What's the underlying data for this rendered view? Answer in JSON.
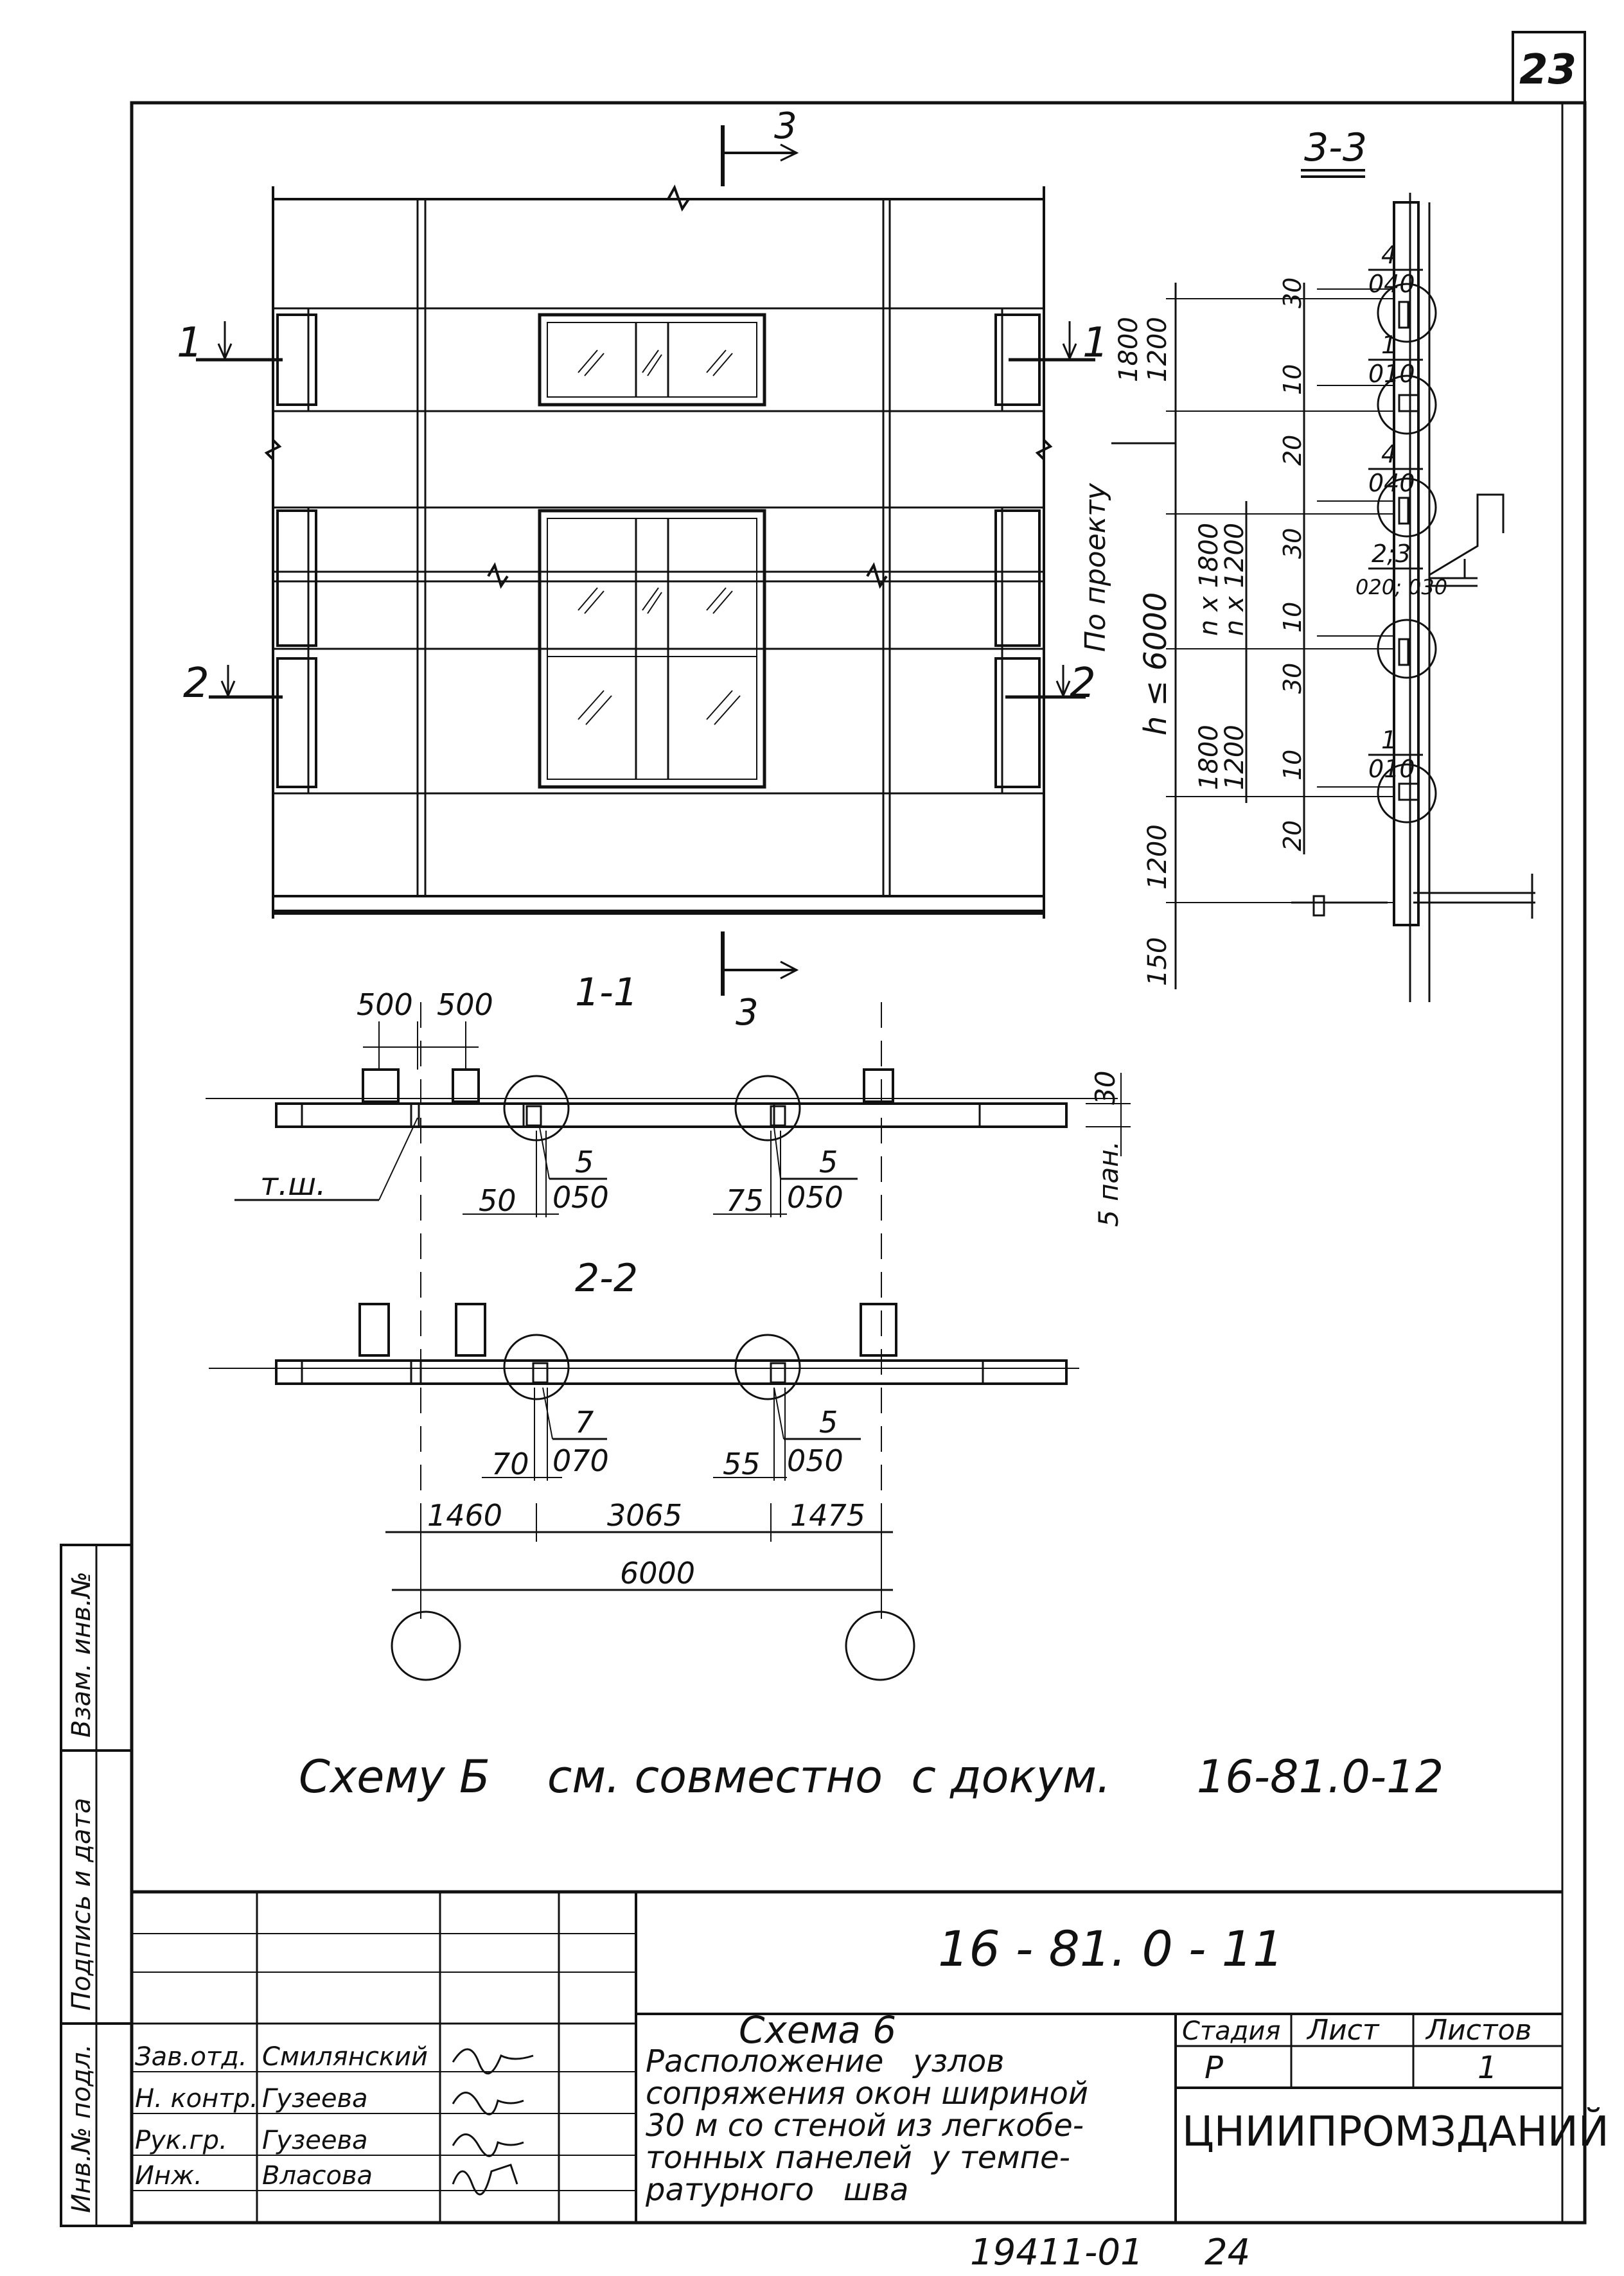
{
  "sheet": {
    "number": "23",
    "note": "Схему Б    см. совместно  с докум.      16-81.0-12",
    "bottom_ref": "19411-01",
    "bottom_page": "24"
  },
  "facade": {
    "section_marks": {
      "cut_3": "3",
      "cut_1": "1",
      "cut_2": "2"
    }
  },
  "section_3_3": {
    "title": "3-3",
    "dims_left": [
      "1800",
      "1200",
      "1800",
      "1200",
      "n x 1800",
      "n x 1200",
      "h ≤ 6000",
      "1200",
      "150"
    ],
    "by_project": "По проекту",
    "dims_right": [
      "30",
      "10",
      "20",
      "30",
      "10",
      "30",
      "10",
      "20"
    ],
    "callouts": [
      {
        "num": "4",
        "sheet": "040"
      },
      {
        "num": "1",
        "sheet": "010"
      },
      {
        "num": "4",
        "sheet": "040"
      },
      {
        "num": "2;3",
        "sheet": "020; 030"
      },
      {
        "num": "1",
        "sheet": "010"
      }
    ]
  },
  "section_1_1": {
    "title": "1-1",
    "top_dims": [
      "500",
      "500"
    ],
    "joint_label": "т.ш.",
    "right_dims": [
      "30",
      "5 пан."
    ],
    "callouts": [
      {
        "num": "5",
        "sheet": "050",
        "offset": "50"
      },
      {
        "num": "5",
        "sheet": "050",
        "offset": "75"
      }
    ]
  },
  "section_2_2": {
    "title": "2-2",
    "callouts": [
      {
        "num": "7",
        "sheet": "070",
        "offset": "70"
      },
      {
        "num": "5",
        "sheet": "050",
        "offset": "55"
      }
    ],
    "chain_dims": [
      "1460",
      "3065",
      "1475"
    ],
    "total_dim": "6000"
  },
  "side_stamp": {
    "labels": [
      "Инв.№ подл.",
      "Подпись и дата",
      "Взам. инв.№"
    ]
  },
  "title_block": {
    "doc_code": "16 - 81. 0 - 11",
    "title_lines": [
      "Схема 6",
      "Расположение   узлов",
      "сопряжения окон шириной",
      "30 м со стеной из легкобе-",
      "тонных панелей  у темпе-",
      "ратурного   шва"
    ],
    "stage_label": "Стадия",
    "sheet_label": "Лист",
    "sheets_label": "Листов",
    "stage": "Р",
    "sheets": "1",
    "org": "ЦНИИПРОМЗДАНИЙ",
    "people": [
      {
        "role": "Зав.отд.",
        "name": "Смилянский"
      },
      {
        "role": "Н. контр.",
        "name": "Гузеева"
      },
      {
        "role": "Рук.гр.",
        "name": "Гузеева"
      },
      {
        "role": "Инж.",
        "name": "Власова"
      }
    ]
  }
}
